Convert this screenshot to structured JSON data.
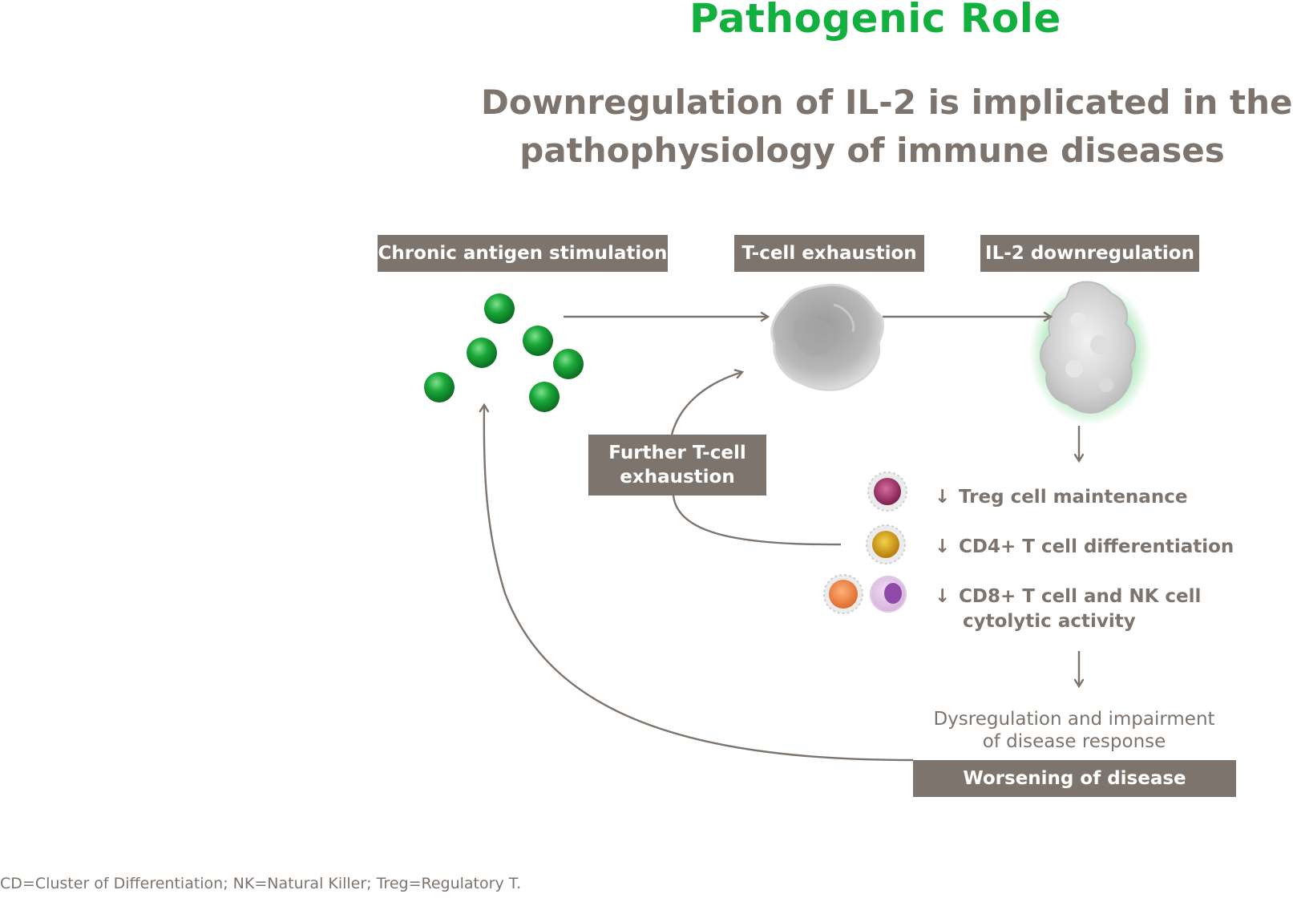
{
  "heading": {
    "title": "Pathogenic Role",
    "subtitle_line1": "Downregulation of IL-2 is implicated in the",
    "subtitle_line2": "pathophysiology of immune diseases"
  },
  "nodes": {
    "chronic": "Chronic antigen stimulation",
    "tcell": "T-cell exhaustion",
    "il2": "IL-2 downregulation",
    "further_line1": "Further T-cell",
    "further_line2": "exhaustion",
    "worsening": "Worsening of disease"
  },
  "effects": {
    "arrow_symbol": "↓",
    "treg": "Treg cell maintenance",
    "cd4": "CD4+ T cell differentiation",
    "cd8_line1": "CD8+ T cell and NK cell",
    "cd8_line2": "cytolytic activity"
  },
  "outcome": {
    "line1": "Dysregulation and impairment",
    "line2": "of disease response"
  },
  "footnote": "CD=Cluster of Differentiation; NK=Natural Killer; Treg=Regulatory T.",
  "colors": {
    "accent_green": "#12b03e",
    "box_gray": "#7d746d",
    "text_gray": "#7d746d",
    "antigen_green": "#1aa83a",
    "treg_cell": "#a8336e",
    "cd4_cell": "#d9a21c",
    "cd8_cell": "#ee8a4e",
    "nk_cell": "#b37fc6"
  }
}
